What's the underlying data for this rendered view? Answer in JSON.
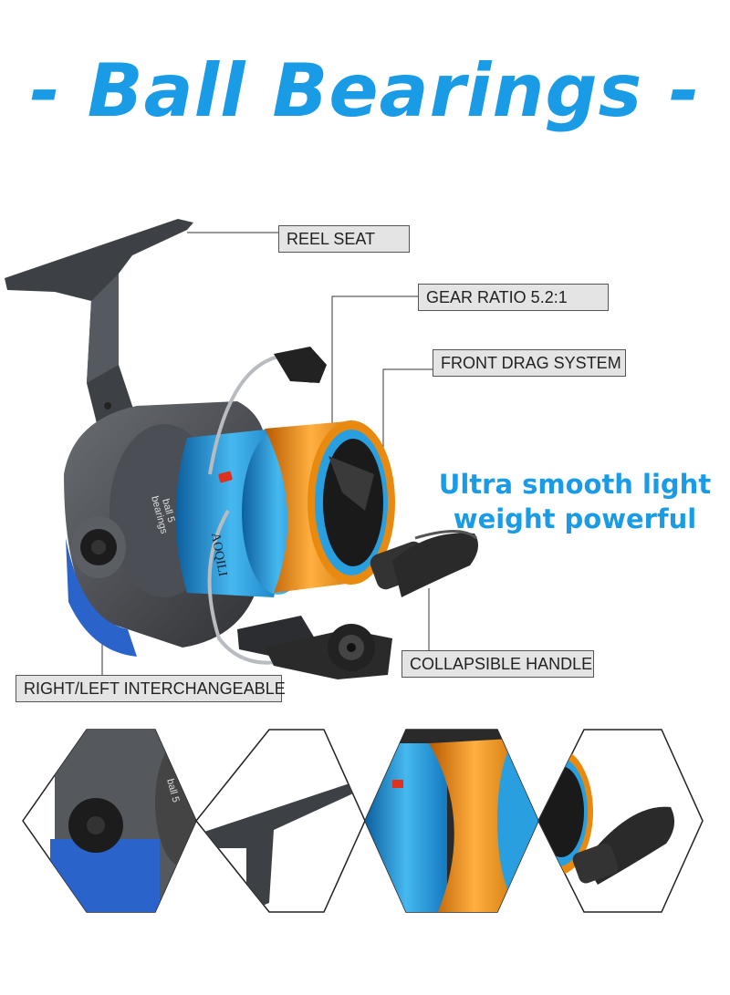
{
  "title": "- Ball Bearings -",
  "labels": {
    "reel_seat": "REEL SEAT",
    "gear_ratio": "GEAR RATIO 5.2:1",
    "front_drag": "FRONT DRAG SYSTEM",
    "collapsible_handle": "COLLAPSIBLE HANDLE",
    "interchangeable": "RIGHT/LEFT INTERCHANGEABLE"
  },
  "tagline": {
    "line1": "Ultra smooth light",
    "line2": "weight powerful"
  },
  "reel_text": {
    "brand": "AOQILI",
    "side_line1": "ball 5",
    "side_line2": "bearings"
  },
  "colors": {
    "accent": "#1a9be6",
    "spool_orange": "#e98a10",
    "spool_blue": "#2a9fe0",
    "body_gray": "#4a4d52"
  }
}
